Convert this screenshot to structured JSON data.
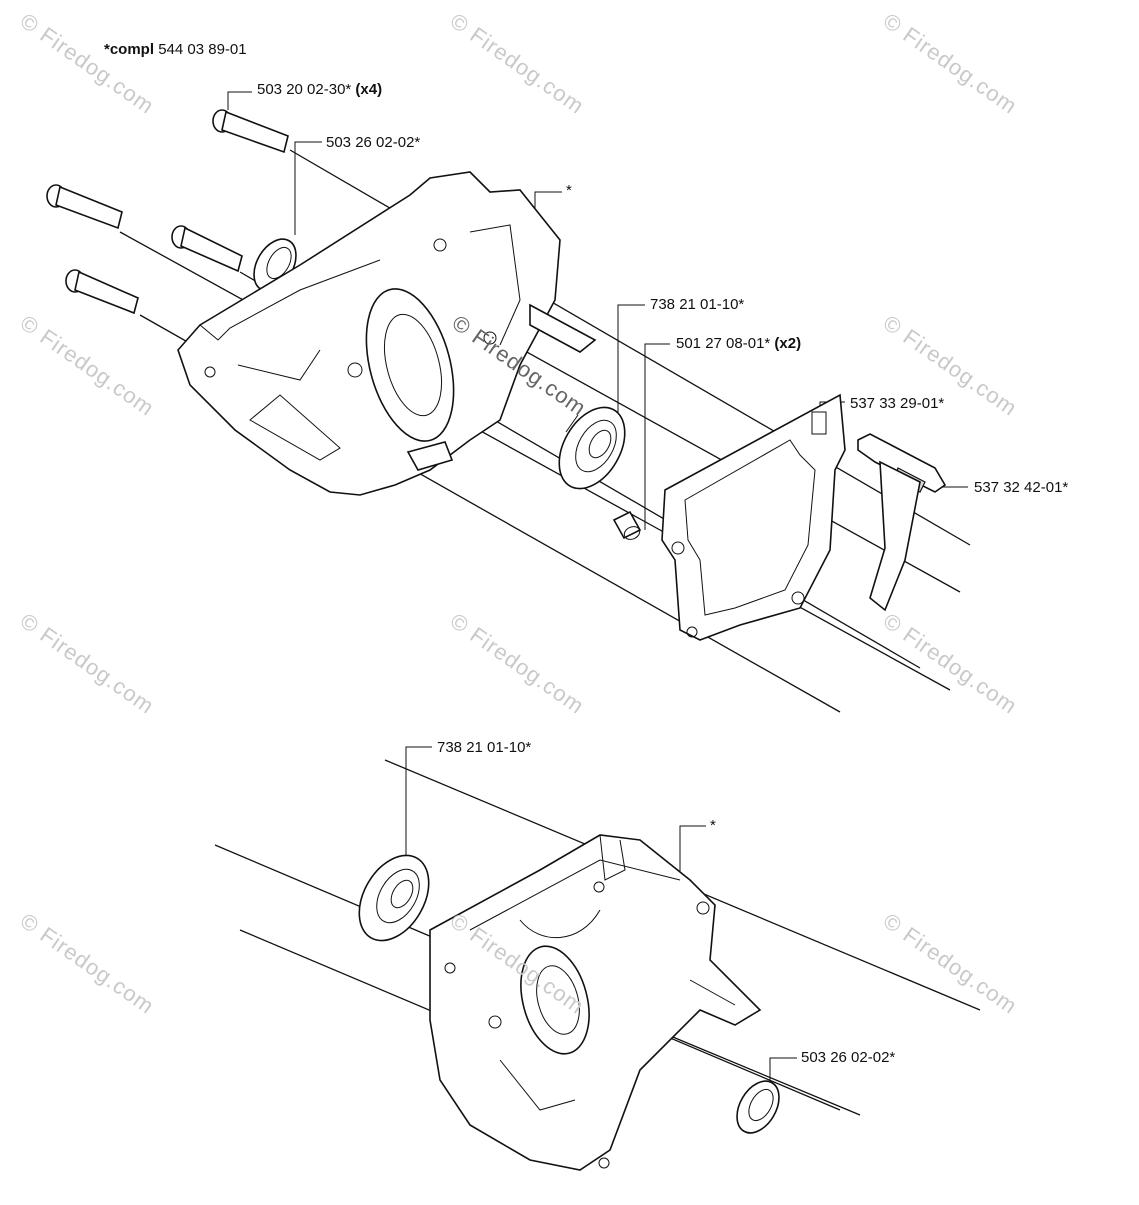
{
  "header": {
    "compl_prefix": "*compl",
    "compl_number": "544 03 89-01"
  },
  "labels": {
    "screw": {
      "part": "503 20 02-30*",
      "qty": "(x4)"
    },
    "seal_top": {
      "part": "503 26 02-02*"
    },
    "star_top": {
      "part": "*"
    },
    "bearing_top": {
      "part": "738 21 01-10*"
    },
    "pin": {
      "part": "501 27 08-01*",
      "qty": "(x2)"
    },
    "gasket": {
      "part": "537 33 29-01*"
    },
    "guide": {
      "part": "537 32 42-01*"
    },
    "bearing_bottom": {
      "part": "738 21 01-10*"
    },
    "star_bottom": {
      "part": "*"
    },
    "seal_bottom": {
      "part": "503 26 02-02*"
    }
  },
  "watermarks": {
    "small": "© Firedog.com",
    "center": "© Firedog.com"
  }
}
